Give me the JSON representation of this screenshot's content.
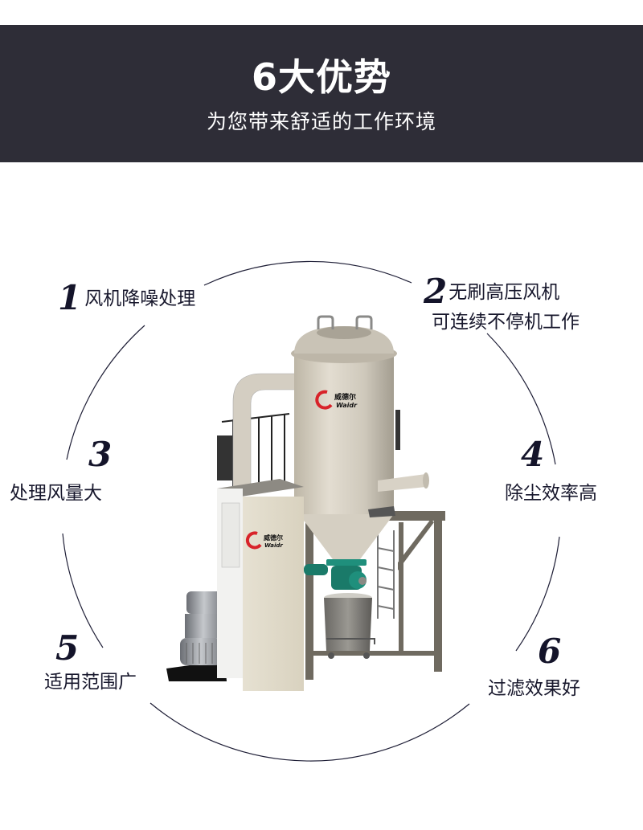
{
  "banner": {
    "title": "6大优势",
    "subtitle": "为您带来舒适的工作环境",
    "background_color": "#2e2d37",
    "text_color": "#ffffff"
  },
  "features": [
    {
      "number": "1",
      "label": "风机降噪处理"
    },
    {
      "number": "2",
      "label": "无刷高压风机",
      "label_line2": "可连续不停机工作"
    },
    {
      "number": "3",
      "label": "处理风量大"
    },
    {
      "number": "4",
      "label": "除尘效率高"
    },
    {
      "number": "5",
      "label": "适用范围广"
    },
    {
      "number": "6",
      "label": "过滤效果好"
    }
  ],
  "product": {
    "brand_logo_text": "威德尔",
    "brand_logo_latin": "Waidr",
    "brand_color": "#d8232a",
    "image_semantic": "industrial-vacuum-dust-collector"
  },
  "colors": {
    "text": "#17172c",
    "ring_line": "#1e1e36"
  }
}
